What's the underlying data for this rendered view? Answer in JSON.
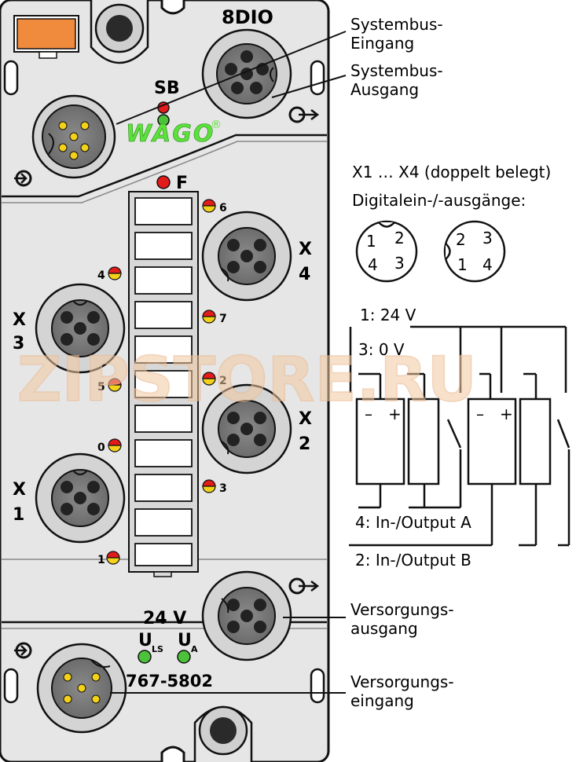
{
  "device": {
    "module_label": "8DIO",
    "sb_label": "SB",
    "brand": "WAGO",
    "registered": "®",
    "f_label": "F",
    "voltage": "24 V",
    "u_letter": "U",
    "uls_sub": "LS",
    "ua_sub": "A",
    "part_number": "767-5802",
    "led_numbers": [
      "6",
      "4",
      "7",
      "5",
      "2",
      "0",
      "3",
      "1"
    ],
    "ports": [
      {
        "name": "X",
        "num": "4"
      },
      {
        "name": "X",
        "num": "3"
      },
      {
        "name": "X",
        "num": "2"
      },
      {
        "name": "X",
        "num": "1"
      }
    ]
  },
  "callouts": {
    "systembus_in": [
      "Systembus-",
      "Eingang"
    ],
    "systembus_out": [
      "Systembus-",
      "Ausgang"
    ],
    "supply_out": [
      "Versorgungs-",
      "ausgang"
    ],
    "supply_in": [
      "Versorgungs-",
      "eingang"
    ]
  },
  "pinout": {
    "title": "X1 … X4 (doppelt belegt)",
    "subtitle": "Digitalein-/-ausgänge:",
    "left_pins": [
      "1",
      "2",
      "4",
      "3"
    ],
    "right_pins": [
      "2",
      "3",
      "1",
      "4"
    ]
  },
  "wiring": {
    "v24": "1: 24 V",
    "v0": "3: 0 V",
    "minus": "–",
    "plus": "+",
    "out_a": "4: In-/Output A",
    "out_b": "2: In-/Output B"
  },
  "watermark": "ZIPSTORE.RU",
  "colors": {
    "housing": "#e6e6e6",
    "brand_green": "#5ce03c",
    "led_red": "#e21b1b",
    "led_yellow": "#f4d21a",
    "led_green": "#4cc23a",
    "latch_orange": "#f08a3c"
  }
}
